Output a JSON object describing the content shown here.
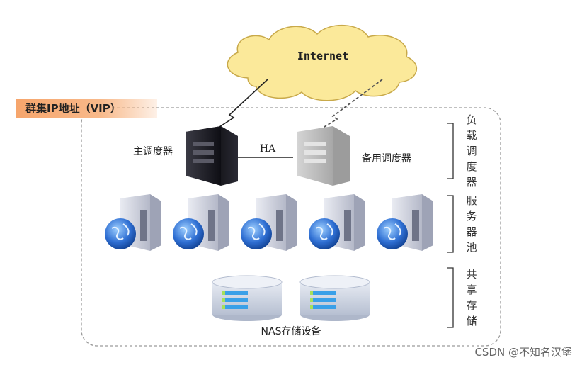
{
  "cloud_label": "Internet",
  "cluster_label": "群集IP地址（VIP）",
  "ha_label": "HA",
  "primary_scheduler_label": "主调度器",
  "backup_scheduler_label": "备用调度器",
  "storage_label": "NAS存储设备",
  "side_labels": {
    "load_scheduler": "负载调度器",
    "server_pool": "服务器池",
    "shared_storage": "共享存储"
  },
  "watermark": "CSDN @不知名汉堡",
  "colors": {
    "cloud": "#fbe99a",
    "cloud_stroke": "#c8a94a",
    "vip_band": "#f6a56c",
    "primary_server": "#1c1c24",
    "backup_server": "#b8b8b8",
    "pool_server": "#c9ccd8",
    "globe": "#2f6fd3",
    "storage": "#cfd6e4",
    "storage_bar": "#3aa0e8"
  }
}
